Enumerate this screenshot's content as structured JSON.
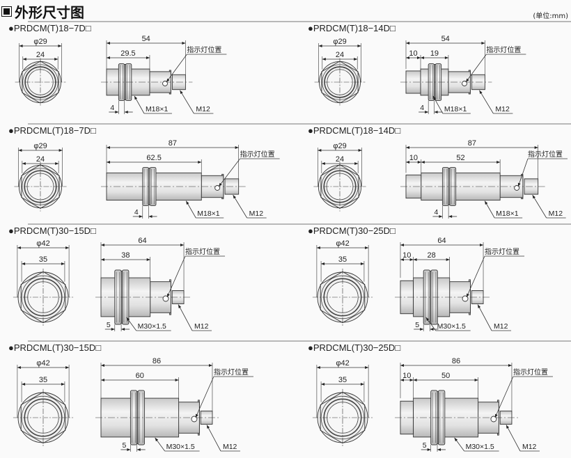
{
  "header": {
    "title": "外形尺寸图",
    "unit": "(单位:mm)"
  },
  "indicator_label": "指示灯位置",
  "panels": [
    {
      "title": "●PRDCM(T)18−7D□",
      "diameter": "φ29",
      "hex": "24",
      "overall": "54",
      "offset": null,
      "partial": "29.5",
      "nut": "4",
      "thread": "M18×1",
      "connector": "M12"
    },
    {
      "title": "●PRDCM(T)18−14D□",
      "diameter": "φ29",
      "hex": "24",
      "overall": "54",
      "offset": "10",
      "partial": "19",
      "nut": "4",
      "thread": "M18×1",
      "connector": "M12"
    },
    {
      "title": "●PRDCML(T)18−7D□",
      "diameter": "φ29",
      "hex": "24",
      "overall": "87",
      "offset": null,
      "partial": "62.5",
      "nut": "4",
      "thread": "M18×1",
      "connector": "M12"
    },
    {
      "title": "●PRDCML(T)18−14D□",
      "diameter": "φ29",
      "hex": "24",
      "overall": "87",
      "offset": "10",
      "partial": "52",
      "nut": "4",
      "thread": "M18×1",
      "connector": "M12"
    },
    {
      "title": "●PRDCM(T)30−15D□",
      "diameter": "φ42",
      "hex": "35",
      "overall": "64",
      "offset": null,
      "partial": "38",
      "nut": "5",
      "thread": "M30×1.5",
      "connector": "M12"
    },
    {
      "title": "●PRDCM(T)30−25D□",
      "diameter": "φ42",
      "hex": "35",
      "overall": "64",
      "offset": "10",
      "partial": "28",
      "nut": "5",
      "thread": "M30×1.5",
      "connector": "M12"
    },
    {
      "title": "●PRDCML(T)30−15D□",
      "diameter": "φ42",
      "hex": "35",
      "overall": "86",
      "offset": null,
      "partial": "60",
      "nut": "5",
      "thread": "M30×1.5",
      "connector": "M12"
    },
    {
      "title": "●PRDCML(T)30−25D□",
      "diameter": "φ42",
      "hex": "35",
      "overall": "86",
      "offset": "10",
      "partial": "50",
      "nut": "5",
      "thread": "M30×1.5",
      "connector": "M12"
    }
  ]
}
